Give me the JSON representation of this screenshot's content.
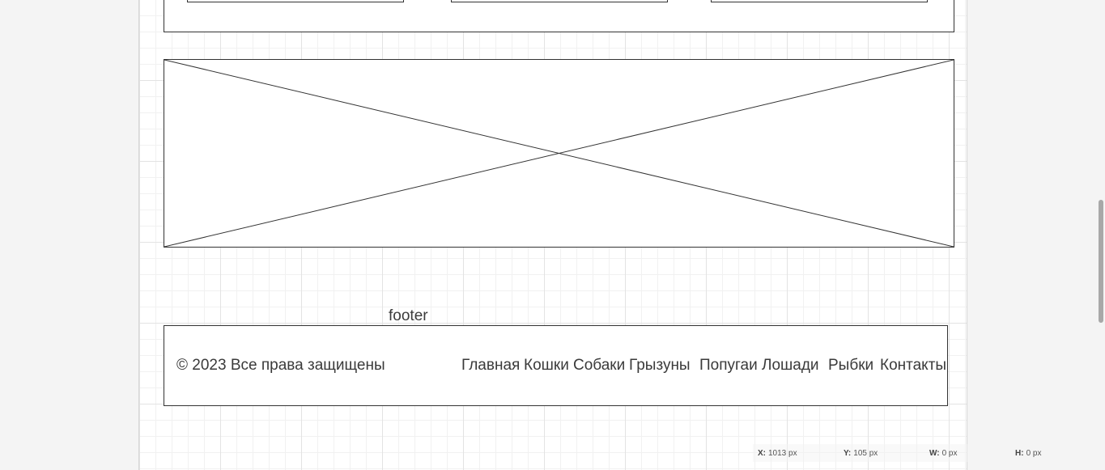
{
  "canvas": {
    "footer_label": "footer"
  },
  "footer": {
    "copyright": "© 2023 Все права защищены",
    "nav": [
      "Главная",
      "Кошки",
      "Собаки",
      "Грызуны",
      "Попугаи",
      "Лошади",
      "Рыбки",
      "Контакты"
    ]
  },
  "status_bar": {
    "x_label": "X:",
    "x_value": "1013 px",
    "y_label": "Y:",
    "y_value": "105 px",
    "w_label": "W:",
    "w_value": "0 px",
    "h_label": "H:",
    "h_value": "0 px"
  }
}
